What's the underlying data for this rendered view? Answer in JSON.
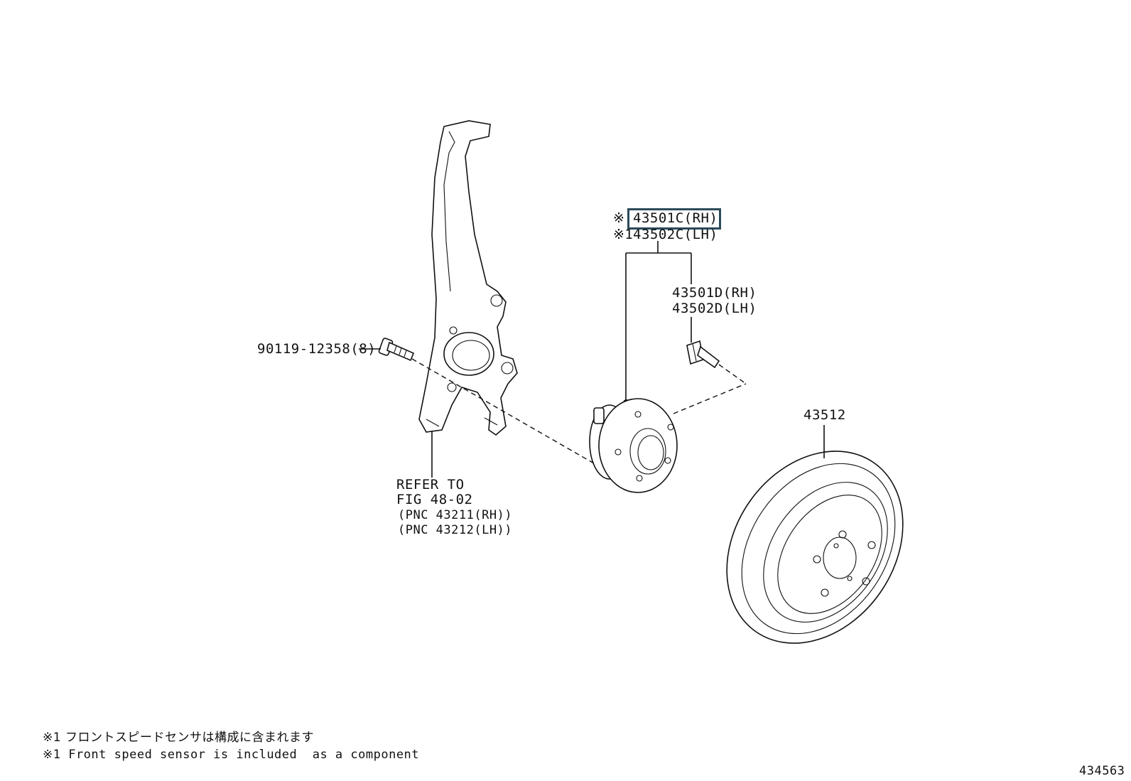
{
  "labels": {
    "hub_rh": "43501C(RH)",
    "hub_lh": "43502C(LH)",
    "hub_rh_marker": "※",
    "hub_lh_marker": "※1",
    "bolt_rh": "43501D(RH)",
    "bolt_lh": "43502D(LH)",
    "knuckle_bolt": "90119-12358(8)",
    "disc": "43512",
    "refer_line1": "REFER TO",
    "refer_line2": "FIG 48-02",
    "refer_line3": "(PNC 43211(RH))",
    "refer_line4": "(PNC 43212(LH))"
  },
  "notes": {
    "jp": "※1 フロントスピードセンサは構成に含まれます",
    "en": "※1 Front speed sensor is included  as a component"
  },
  "figure_id": "434563",
  "colors": {
    "highlight_border": "#2b4a5a",
    "line": "#111111"
  }
}
